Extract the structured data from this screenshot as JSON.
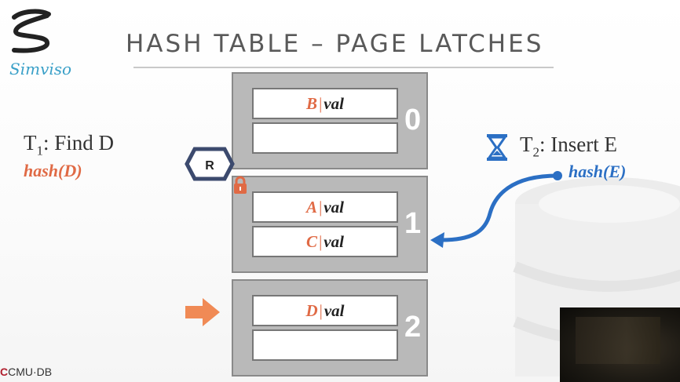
{
  "title": "HASH TABLE – PAGE LATCHES",
  "logo": {
    "text": "Simviso"
  },
  "footer": {
    "brand_prefix": "C",
    "brand_text": "CMU·DB"
  },
  "pages": [
    {
      "number": "0",
      "slots": [
        {
          "key": "B",
          "sep": "|",
          "val": "val"
        },
        {
          "key": "",
          "sep": "",
          "val": ""
        }
      ]
    },
    {
      "number": "1",
      "slots": [
        {
          "key": "A",
          "sep": "|",
          "val": "val"
        },
        {
          "key": "C",
          "sep": "|",
          "val": "val"
        }
      ]
    },
    {
      "number": "2",
      "slots": [
        {
          "key": "D",
          "sep": "|",
          "val": "val"
        },
        {
          "key": "",
          "sep": "",
          "val": ""
        }
      ]
    }
  ],
  "t1": {
    "name": "T",
    "sub": "1",
    "action": ": Find D",
    "hash": "hash(D)"
  },
  "t2": {
    "name": "T",
    "sub": "2",
    "action": ": Insert E",
    "hash": "hash(E)"
  },
  "latch": {
    "mode": "R"
  },
  "colors": {
    "accent_orange": "#e06a45",
    "accent_blue": "#2b6fc4",
    "page_gray": "#b9b9b9"
  },
  "icons": [
    "simviso-logo-icon",
    "lock-icon",
    "hourglass-icon",
    "arrow-right-icon",
    "curved-arrow-icon"
  ]
}
